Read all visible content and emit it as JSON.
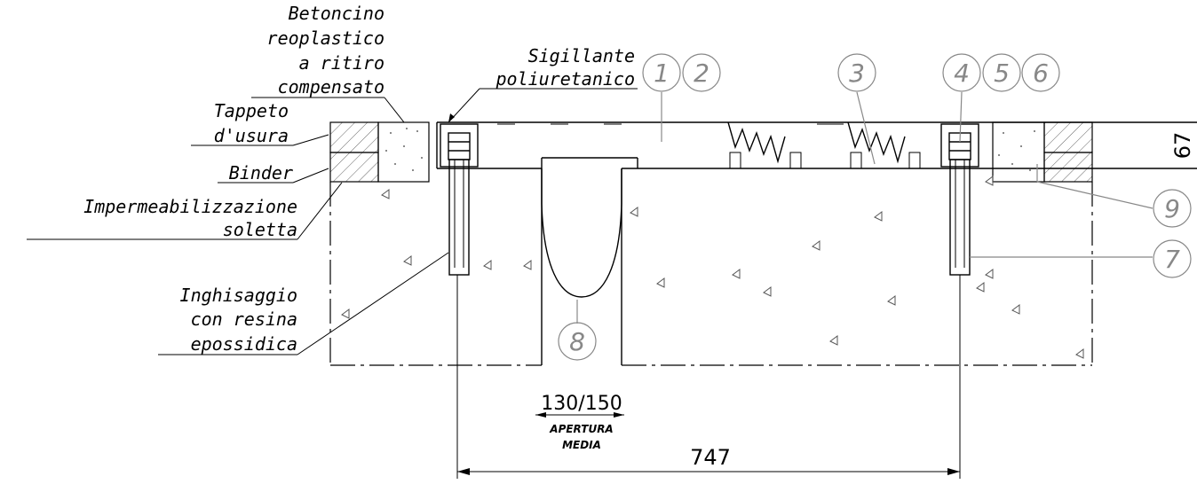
{
  "labels": {
    "betoncino": [
      "Betoncino",
      "reoplastico",
      "a ritiro",
      "compensato"
    ],
    "sigillante": [
      "Sigillante",
      "poliuretanico"
    ],
    "tappeto": [
      "Tappeto",
      "d'usura"
    ],
    "binder": "Binder",
    "impermeabilizzazione": [
      "Impermeabilizzazione",
      "soletta"
    ],
    "inghisaggio": [
      "Inghisaggio",
      "con resina",
      "epossidica"
    ]
  },
  "callouts": [
    "1",
    "2",
    "3",
    "4",
    "5",
    "6",
    "7",
    "8",
    "9"
  ],
  "dimensions": {
    "opening": "130/150",
    "opening_note": [
      "APERTURA",
      "MEDIA"
    ],
    "anchor_spacing": "747",
    "thickness": "67"
  }
}
